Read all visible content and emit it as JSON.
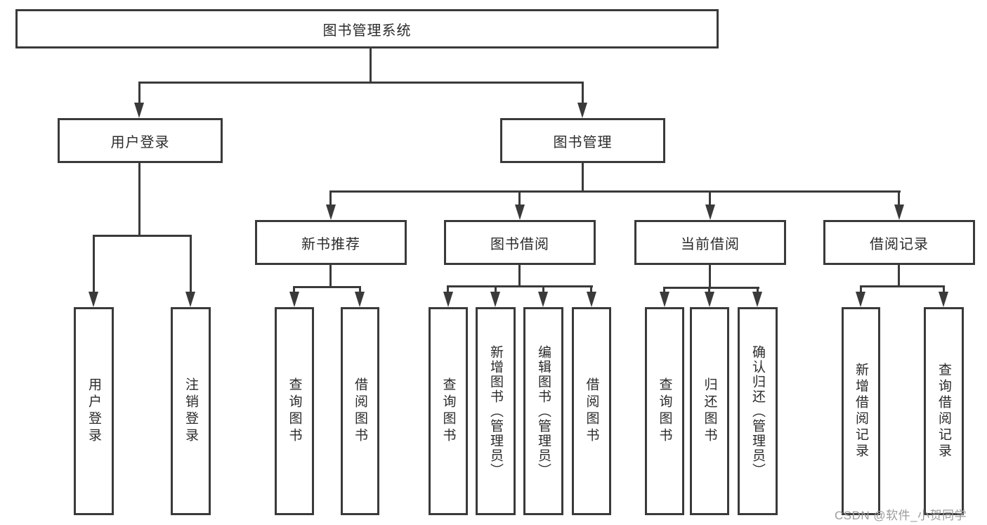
{
  "diagram": {
    "root": {
      "label": "图书管理系统"
    },
    "branches": [
      {
        "label": "用户登录",
        "leaves": [
          "用户登录",
          "注销登录"
        ]
      },
      {
        "label": "图书管理",
        "groups": [
          {
            "label": "新书推荐",
            "leaves": [
              "查询图书",
              "借阅图书"
            ]
          },
          {
            "label": "图书借阅",
            "leaves": [
              "查询图书",
              "新增图书（管理员）",
              "编辑图书（管理员）",
              "借阅图书"
            ]
          },
          {
            "label": "当前借阅",
            "leaves": [
              "查询图书",
              "归还图书",
              "确认归还（管理员）"
            ]
          },
          {
            "label": "借阅记录",
            "leaves": [
              "新增借阅记录",
              "查询借阅记录"
            ]
          }
        ]
      }
    ],
    "watermark": "CSDN @软件_小贺同学",
    "colors": {
      "line": "#3a3a3a",
      "text": "#2b2b2b",
      "background": "#ffffff",
      "watermark": "#9b9b9b"
    }
  }
}
